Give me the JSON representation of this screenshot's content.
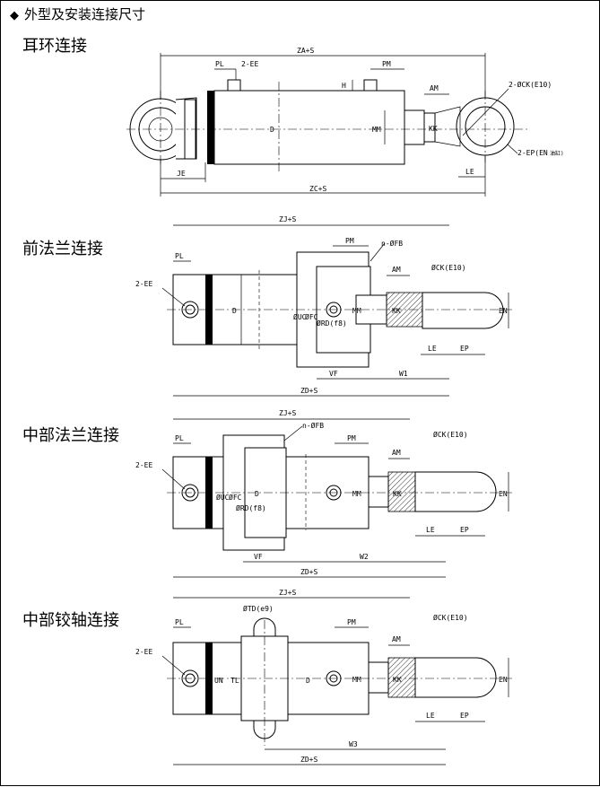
{
  "header": {
    "marker": "◆",
    "title": "外型及安装连接尺寸"
  },
  "sections": [
    {
      "title": "耳环连接"
    },
    {
      "title": "前法兰连接"
    },
    {
      "title": "中部法兰连接"
    },
    {
      "title": "中部铰轴连接"
    }
  ],
  "labels": {
    "s1": {
      "za": "ZA+S",
      "pl": "PL",
      "ee": "2-EE",
      "pm": "PM",
      "h": "H",
      "am": "AM",
      "ck": "2-ØCK(E10)",
      "d": "D",
      "mm": "MM",
      "kk": "KK",
      "ep": "2-EP(EN",
      "ep2": "油缸)",
      "le": "LE",
      "je": "JE",
      "zc": "ZC+S"
    },
    "s2": {
      "zj": "ZJ+S",
      "pl": "PL",
      "pm": "PM",
      "fb": "n-ØFB",
      "ee": "2-EE",
      "am": "AM",
      "ck": "ØCK(E10)",
      "d": "D",
      "uc": "ØUC",
      "fc": "ØFC",
      "rd": "ØRD(f8)",
      "mm": "MM",
      "kk": "KK",
      "en": "EN",
      "le": "LE",
      "ep": "EP",
      "vf": "VF",
      "w1": "W1",
      "zd": "ZD+S"
    },
    "s3": {
      "zj": "ZJ+S",
      "fb": "n-ØFB",
      "pl": "PL",
      "pm": "PM",
      "ee": "2-EE",
      "am": "AM",
      "ck": "ØCK(E10)",
      "uc": "ØUC",
      "fc": "ØFC",
      "rd": "ØRD(f8)",
      "d": "D",
      "mm": "MM",
      "kk": "KK",
      "en": "EN",
      "le": "LE",
      "ep": "EP",
      "vf": "VF",
      "w2": "W2",
      "zd": "ZD+S"
    },
    "s4": {
      "zj": "ZJ+S",
      "td": "ØTD(e9)",
      "pl": "PL",
      "pm": "PM",
      "ee": "2-EE",
      "am": "AM",
      "ck": "ØCK(E10)",
      "un": "UN",
      "tl": "TL",
      "d": "D",
      "mm": "MM",
      "kk": "KK",
      "en": "EN",
      "le": "LE",
      "ep": "EP",
      "w3": "W3",
      "zd": "ZD+S"
    }
  }
}
